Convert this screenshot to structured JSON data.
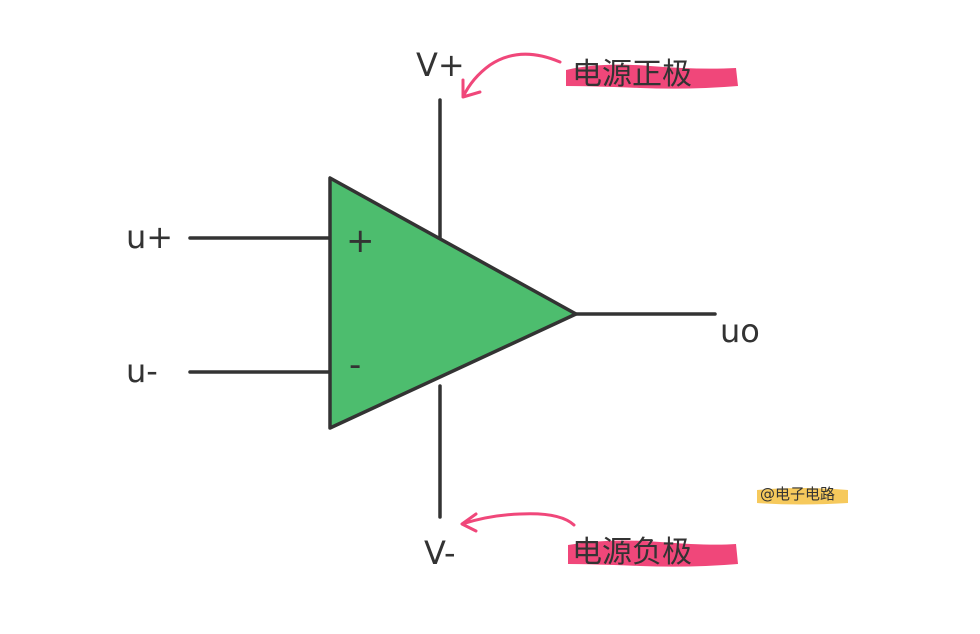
{
  "labels": {
    "v_plus": "V+",
    "v_minus": "V-",
    "u_plus": "u+",
    "u_minus": "u-",
    "u_out": "uo",
    "plus_sign": "+",
    "minus_sign": "-",
    "positive_supply": "电源正极",
    "negative_supply": "电源负极",
    "watermark": "@电子电路"
  },
  "colors": {
    "triangle_fill": "#4dbd6e",
    "stroke": "#333333",
    "highlight_pink": "#f0477a",
    "highlight_yellow": "#f6c95c"
  }
}
